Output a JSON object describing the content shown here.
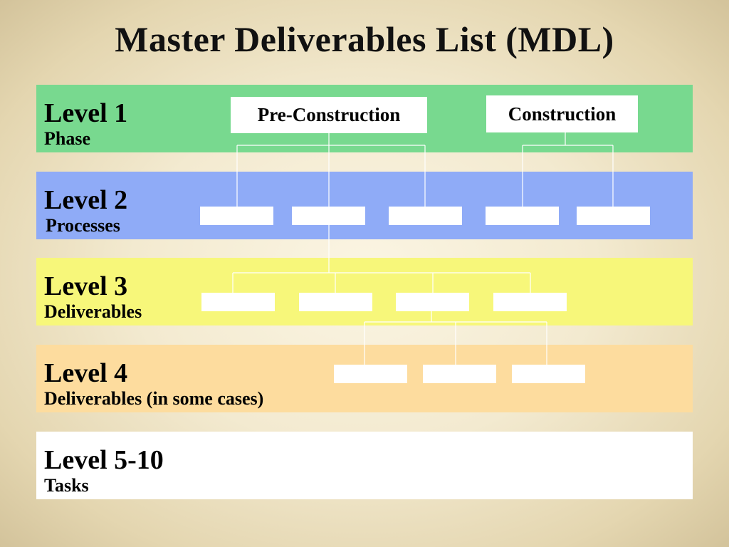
{
  "title": "Master Deliverables List (MDL)",
  "levels": [
    {
      "name": "Level 1",
      "desc": "Phase",
      "color": "#78d98f"
    },
    {
      "name": "Level 2",
      "desc": "Processes",
      "color": "#8fabf7"
    },
    {
      "name": "Level 3",
      "desc": "Deliverables",
      "color": "#f7f77a"
    },
    {
      "name": "Level 4",
      "desc": "Deliverables (in some cases)",
      "color": "#fddc9e"
    },
    {
      "name": "Level 5-10",
      "desc": "Tasks",
      "color": "#ffffff"
    }
  ],
  "phases": [
    "Pre-Construction",
    "Construction"
  ]
}
